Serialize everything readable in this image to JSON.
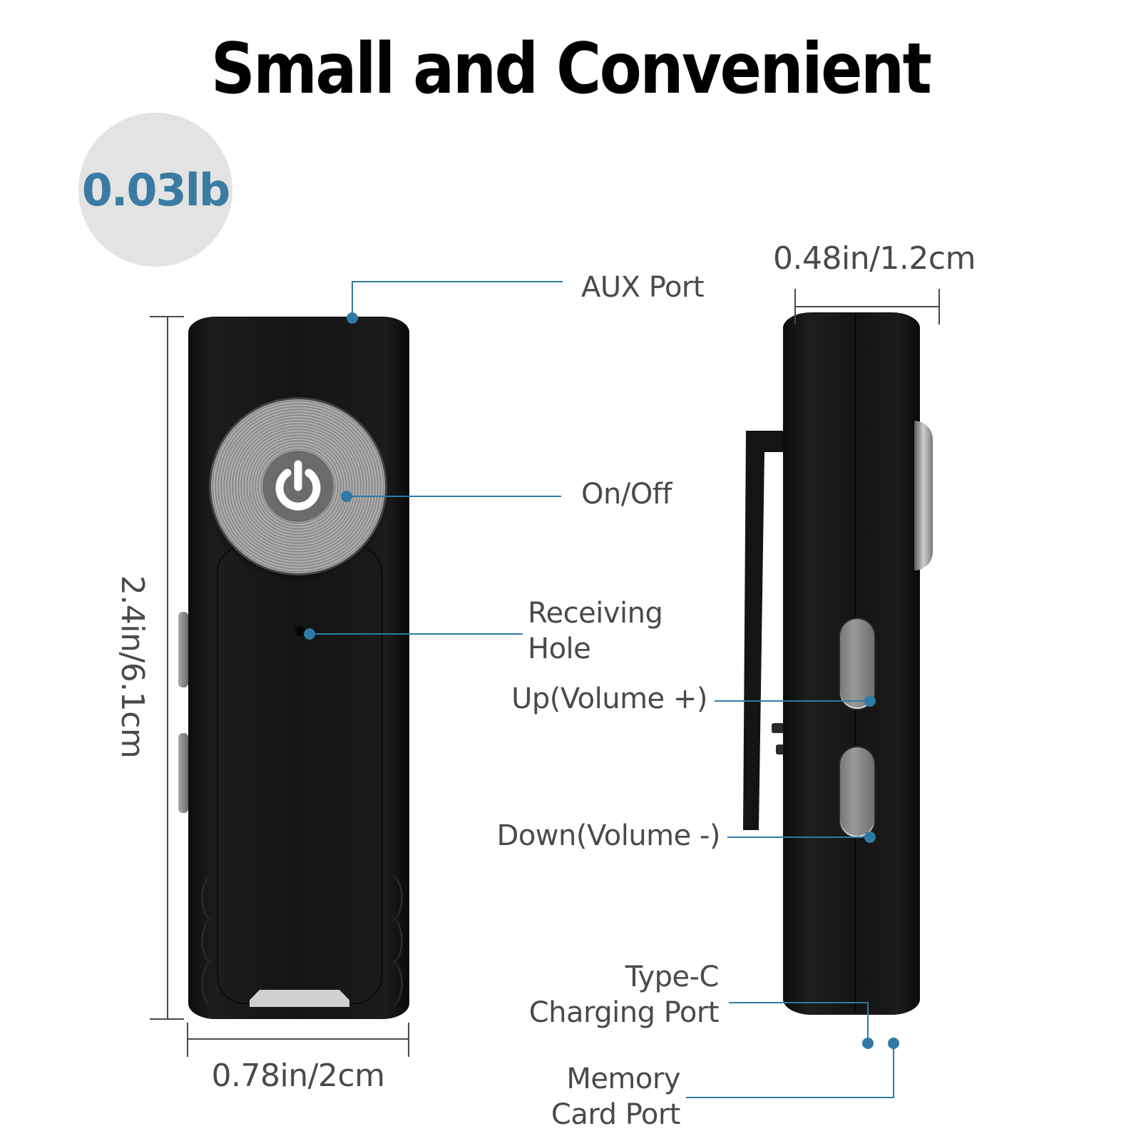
{
  "header": {
    "title": "Small and Convenient"
  },
  "weight_badge": {
    "value": "0.03lb",
    "text_color": "#3a7ba4",
    "bg_color": "#e3e3e3"
  },
  "dimensions": {
    "height": "2.4in/6.1cm",
    "width": "0.78in/2cm",
    "depth": "0.48in/1.2cm"
  },
  "callouts": {
    "aux_port": "AUX Port",
    "on_off": "On/Off",
    "receiving_hole_line1": "Receiving",
    "receiving_hole_line2": "Hole",
    "volume_up": "Up(Volume +)",
    "volume_down": "Down(Volume -)",
    "type_c_line1": "Type-C",
    "type_c_line2": "Charging Port",
    "memory_card_line1": "Memory",
    "memory_card_line2": "Card Port"
  },
  "colors": {
    "callout_line": "#2f7aa5",
    "dimension_line": "#4a4a4a",
    "device_body": "#151515"
  }
}
